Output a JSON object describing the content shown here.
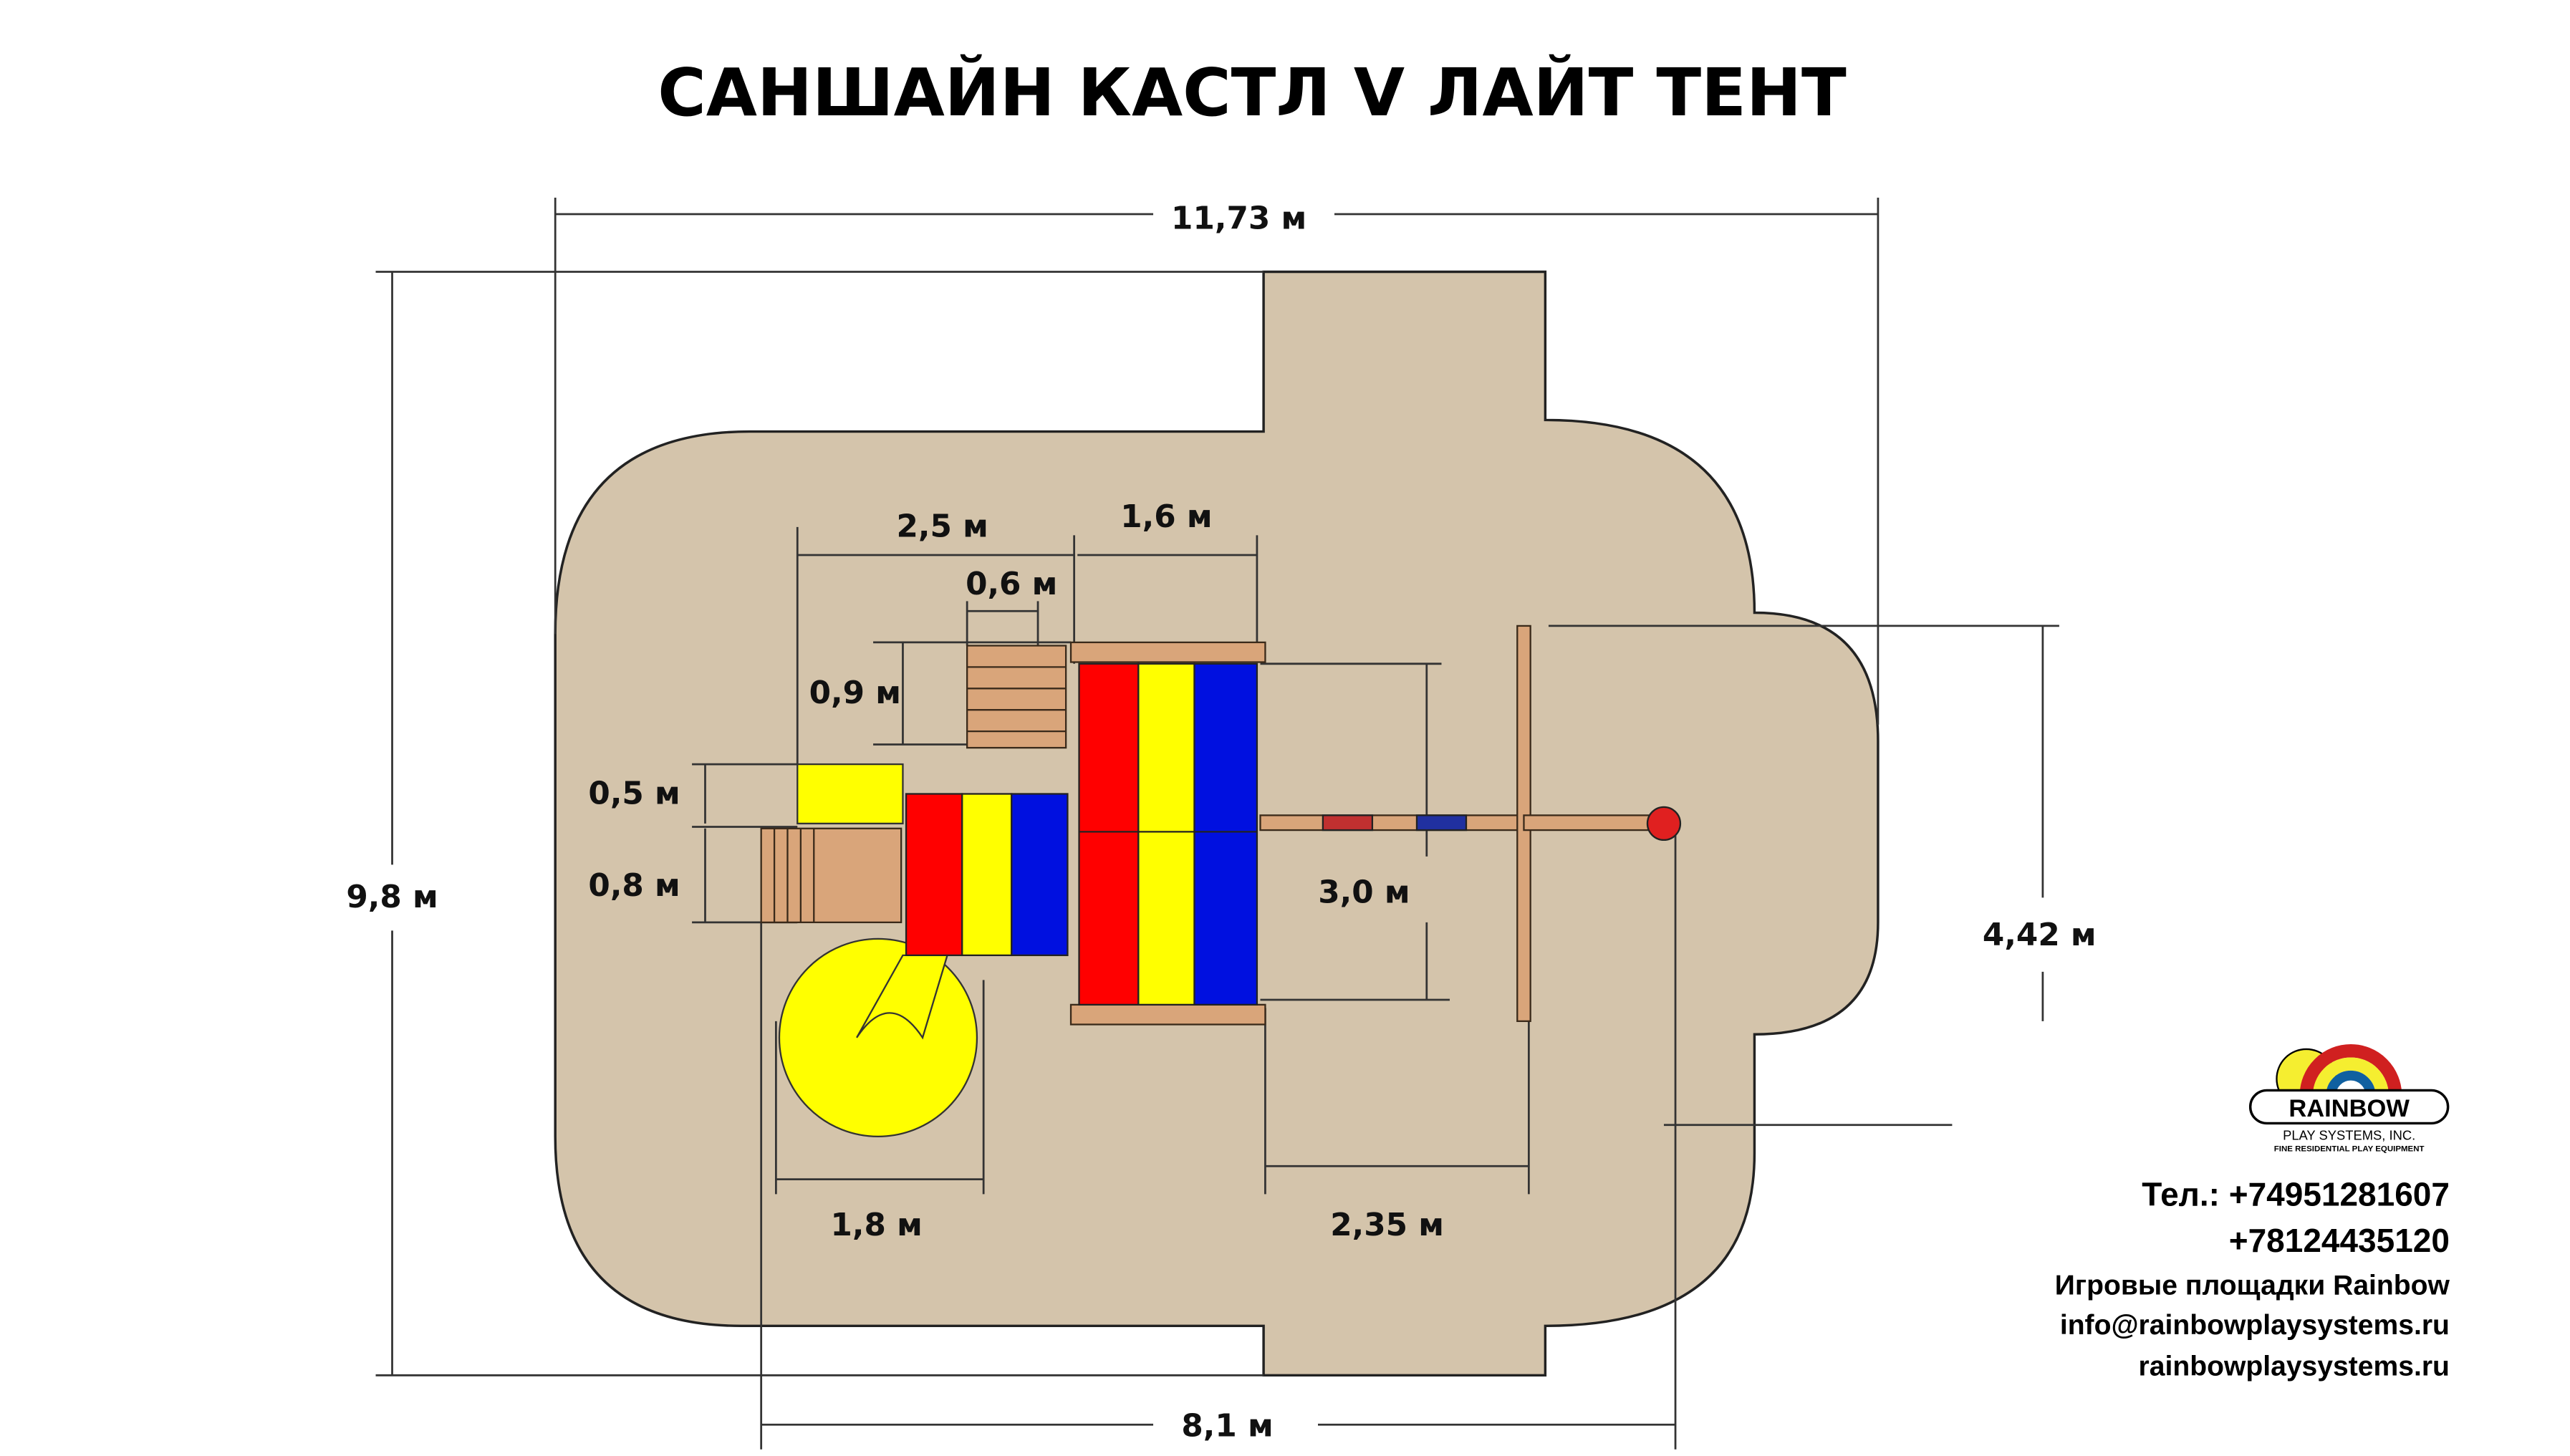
{
  "title": "САНШАЙН КАСТЛ V ЛАЙТ ТЕНТ",
  "dimensions": {
    "overall_width": "11,73 м",
    "overall_depth": "9,8 м",
    "base_width": "8,1 м",
    "right_offset": "4,42 м",
    "slide_width": "1,8 м",
    "swing_offset": "2,35 м",
    "canopy_length": "3,0 м",
    "left_section": "2,5 м",
    "main_deck": "1,6 м",
    "ladder_width": "0,6 м",
    "ladder_length": "0,9 м",
    "slide_height": "0,5 м",
    "side_ladder": "0,8 м"
  },
  "colors": {
    "ground": "#d4c4ab",
    "red": "#ff0000",
    "yellow": "#ffff00",
    "blue": "#0010e0"
  },
  "logo": {
    "name": "RAINBOW",
    "sub": "PLAY SYSTEMS, INC.",
    "tagline": "FINE RESIDENTIAL PLAY EQUIPMENT"
  },
  "contacts": {
    "phone1": "Тел.: +74951281607",
    "phone2": "+78124435120",
    "company": "Игровые площадки Rainbow",
    "email": "info@rainbowplaysystems.ru",
    "website": "rainbowplaysystems.ru"
  }
}
